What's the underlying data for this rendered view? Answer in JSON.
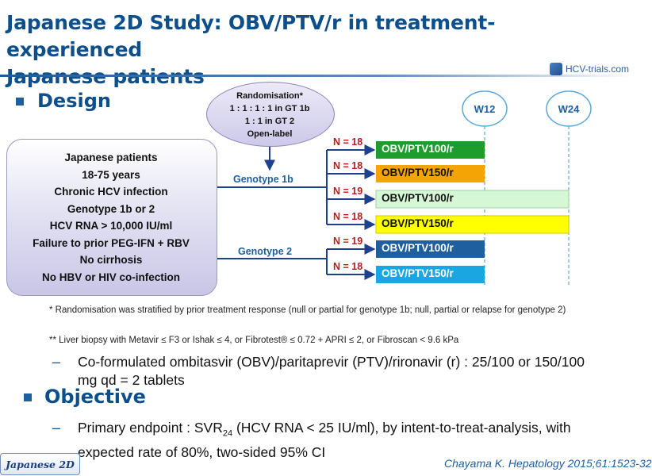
{
  "title": {
    "line1": "Japanese 2D Study: OBV/PTV/r in treatment-experienced",
    "line2": "Japanese patients"
  },
  "logo_text": "HCV-trials.com",
  "design": {
    "label": "Design",
    "randomisation": [
      "Randomisation*",
      "1 : 1 : 1 : 1 in GT 1b",
      "1 : 1 in GT 2",
      "Open-label"
    ],
    "patients": [
      "Japanese  patients",
      "18-75 years",
      "Chronic HCV infection",
      "Genotype  1b or 2",
      "HCV RNA > 10,000 IU/ml",
      "Failure to prior PEG-IFN + RBV",
      "No cirrhosis",
      "No HBV or HIV co-infection"
    ],
    "genotypes": [
      "Genotype 1b",
      "Genotype 2"
    ],
    "weeks": [
      "W12",
      "W24"
    ],
    "arms": [
      {
        "n": "N = 18",
        "label": "OBV/PTV100/r",
        "duration": "12 weeks",
        "fill": "#1e9c2c",
        "text_color": "#ffffff"
      },
      {
        "n": "N = 18",
        "label": "OBV/PTV150/r",
        "duration": "12 weeks",
        "fill": "#f5a406",
        "text_color": "#111111"
      },
      {
        "n": "N = 19",
        "label": "OBV/PTV100/r",
        "duration": "24 weeks",
        "fill": "#d6f7d6",
        "text_color": "#111111"
      },
      {
        "n": "N = 18",
        "label": "OBV/PTV150/r",
        "duration": "24 weeks",
        "fill": "#ffff00",
        "text_color": "#111111"
      },
      {
        "n": "N = 19",
        "label": "OBV/PTV100/r",
        "duration": "12 weeks",
        "fill": "#1f5fa0",
        "text_color": "#ffffff"
      },
      {
        "n": "N = 18",
        "label": "OBV/PTV150/r",
        "duration": "12 weeks",
        "fill": "#1aa6e0",
        "text_color": "#ffffff"
      }
    ]
  },
  "footnotes": {
    "randomisation": "* Randomisation was stratified by prior treatment response (null or partial for genotype 1b;  null,  partial or relapse for genotype 2)",
    "liver_biopsy": "** Liver biopsy with Metavir ≤ F3 or Ishak ≤ 4, or Fibrotest® ≤ 0.72 + APRI ≤ 2, or Fibroscan < 9.6 kPa"
  },
  "coformulation": {
    "dash": "–",
    "text": "Co-formulated ombitasvir (OBV)/paritaprevir (PTV)/rironavir (r) : 25/100 or 150/100 mg qd = 2 tablets"
  },
  "objective": {
    "label": "Objective",
    "dash": "–",
    "endpoint_prefix": "Primary endpoint : SVR",
    "endpoint_sub": "24",
    "endpoint_suffix": " (HCV RNA < 25 IU/ml), by intent-to-treat-analysis, with expected rate of 80%, two-sided 95% CI"
  },
  "badge": "Japanese 2D",
  "citation": "Chayama K. Hepatology 2015;61:1523-32",
  "colors": {
    "title": "#0d4f8b",
    "connector": "#1f3f8f",
    "week_line": "#5aa8d8",
    "n_label": "#c0171d"
  }
}
